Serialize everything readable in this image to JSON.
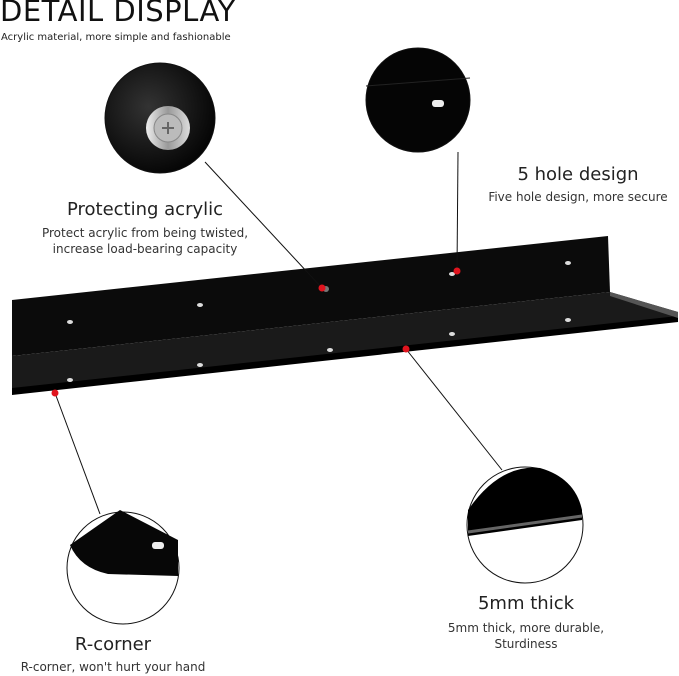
{
  "header": {
    "title": "DETAIL DISPLAY",
    "subtitle": "Acrylic material, more simple and fashionable"
  },
  "features": [
    {
      "title": "Protecting acrylic",
      "desc_lines": [
        "Protect acrylic from being twisted,",
        "increase load-bearing capacity"
      ]
    },
    {
      "title": "5 hole design",
      "desc_lines": [
        "Five hole design, more secure"
      ]
    },
    {
      "title": "R-corner",
      "desc_lines": [
        "R-corner, won't hurt your hand"
      ]
    },
    {
      "title": "5mm thick",
      "desc_lines": [
        "5mm thick, more durable,",
        "Sturdiness"
      ]
    }
  ],
  "colors": {
    "shelf": "#0a0a0a",
    "marker": "#e0141e"
  }
}
